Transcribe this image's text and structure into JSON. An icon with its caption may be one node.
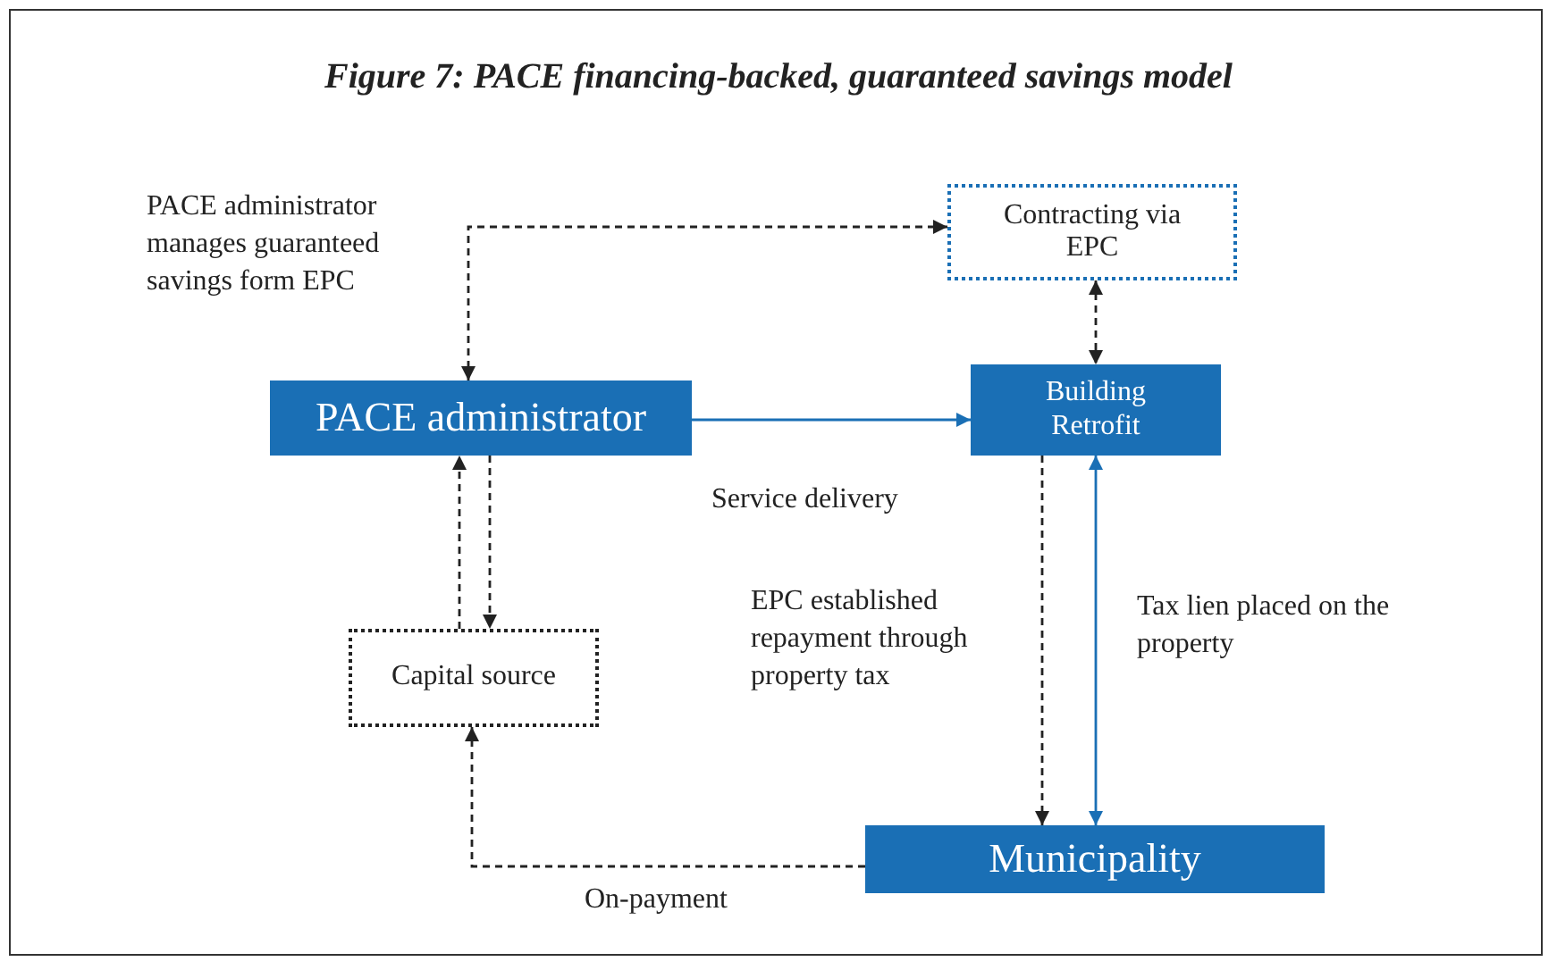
{
  "diagram": {
    "title": "Figure 7: PACE financing-backed, guaranteed savings model",
    "nodes": [
      {
        "text": [
          "PACE administrator"
        ]
      },
      {
        "text": [
          "Contracting via EPC"
        ]
      },
      {
        "text": [
          "Building Retrofit"
        ]
      },
      {
        "text": [
          "Capital source"
        ]
      },
      {
        "text": [
          "Municipality"
        ]
      }
    ],
    "edges": [
      {
        "from": 0,
        "to": 1,
        "arrow": "both",
        "style": "dashed"
      },
      {
        "from": 0,
        "to": 2,
        "arrow": "to",
        "color": "#1a6fb5"
      },
      {
        "from": 1,
        "to": 2,
        "arrow": "both",
        "style": "dashed"
      },
      {
        "from": 3,
        "to": 0,
        "arrow": "to",
        "style": "dashed"
      },
      {
        "from": 0,
        "to": 3,
        "arrow": "to",
        "style": "dashed"
      },
      {
        "from": 2,
        "to": 4,
        "arrow": "to",
        "style": "dashed"
      },
      {
        "from": 4,
        "to": 2,
        "arrow": "both",
        "color": "#1a6fb5"
      },
      {
        "from": 4,
        "to": 3,
        "arrow": "to",
        "style": "dashed"
      }
    ],
    "labels": [
      "PACE administrator manages guaranteed savings form EPC",
      "Service delivery",
      "EPC established repayment through property tax",
      "Tax lien placed on the property",
      "On-payment"
    ]
  }
}
